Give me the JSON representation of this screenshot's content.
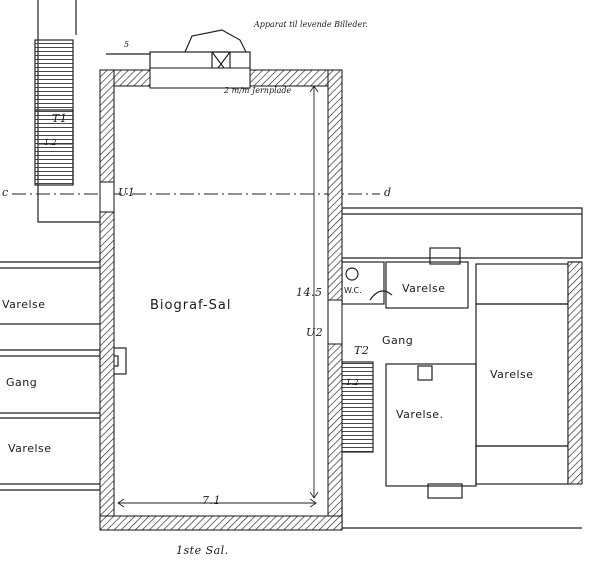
{
  "annotations": {
    "apparatus": "Apparat til levende Billeder.",
    "plate": "2 m/m Jernplade",
    "five": "5",
    "section_c": "c",
    "section_d": "d"
  },
  "markers": {
    "t1": "T1",
    "u1": "U1",
    "u2": "U2",
    "t2": "T2"
  },
  "dimensions": {
    "stair1_width": "1.2",
    "stair2_width": "1.2",
    "hall_length": "14.5",
    "hall_width": "7.1"
  },
  "rooms": {
    "hall": "Biograf-Sal",
    "left_varelse_top": "Varelse",
    "left_gang": "Gang",
    "left_varelse_bottom": "Varelse",
    "right_varelse_small": "Varelse",
    "wc": "W.C.",
    "right_gang": "Gang",
    "right_varelse_mid": "Varelse.",
    "right_varelse_big": "Varelse"
  },
  "floor_caption": "1ste Sal."
}
